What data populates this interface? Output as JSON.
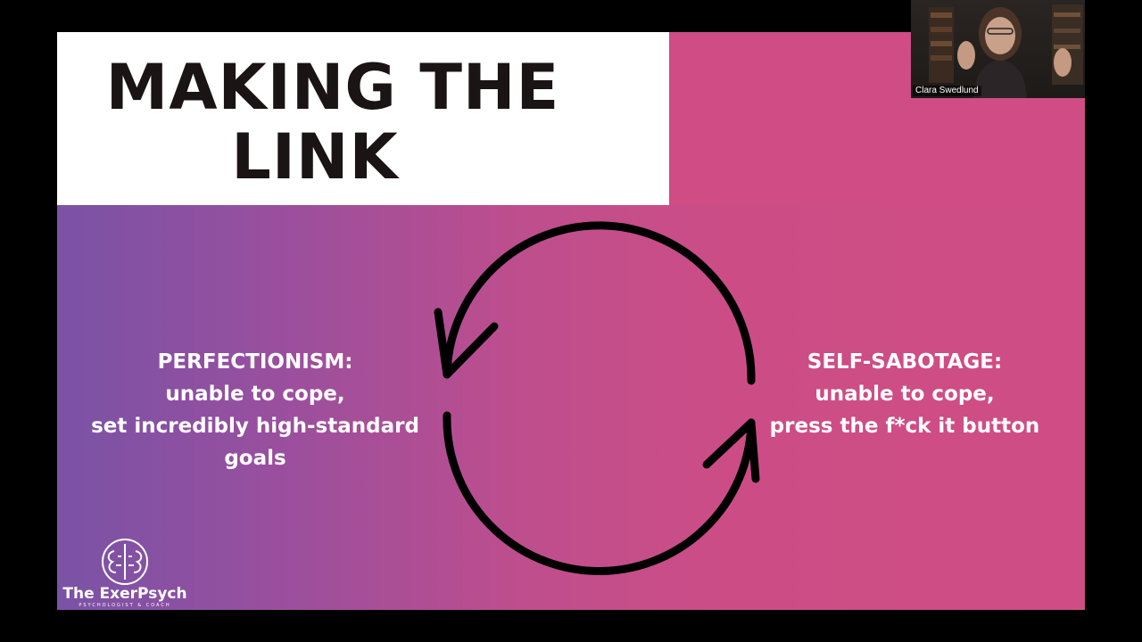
{
  "slide": {
    "title_line1": "MAKING THE",
    "title_line2": "LINK",
    "left_block": {
      "lines": [
        "PERFECTIONISM:",
        "unable to cope,",
        "set incredibly high-standard",
        "goals"
      ]
    },
    "right_block": {
      "lines": [
        "SELF-SABOTAGE:",
        "unable to cope,",
        "press the f*ck it button"
      ]
    },
    "logo": {
      "name": "The ExerPsych",
      "tagline": "PSYCHOLOGIST & COACH"
    },
    "colors": {
      "gradient_left": "#7a52a6",
      "gradient_right": "#cf4d84",
      "title_box": "#ffffff",
      "arrow": "#000000"
    },
    "icons": [
      "cycle-arrows-icon",
      "brain-logo-icon"
    ]
  },
  "video": {
    "participant_name": "Clara Swedlund"
  }
}
